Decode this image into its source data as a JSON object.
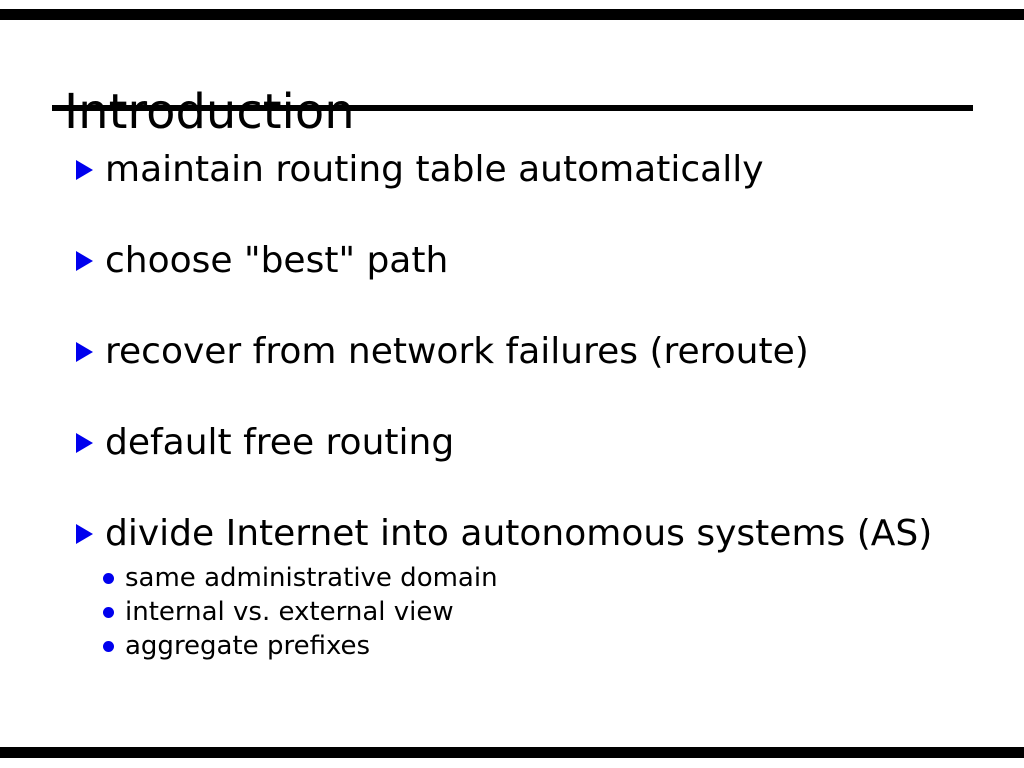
{
  "slide": {
    "title": "Introduction",
    "bullets": [
      {
        "text": "maintain routing table automatically"
      },
      {
        "text": "choose \"best\" path"
      },
      {
        "text": "recover from network failures (reroute)"
      },
      {
        "text": "default free routing"
      },
      {
        "text": "divide Internet into autonomous systems (AS)",
        "sub": [
          "same administrative domain",
          "internal vs. external view",
          "aggregate prefixes"
        ]
      }
    ],
    "colors": {
      "background": "#ffffff",
      "text": "#000000",
      "rule": "#000000",
      "bullet_accent": "#0000ee"
    }
  }
}
